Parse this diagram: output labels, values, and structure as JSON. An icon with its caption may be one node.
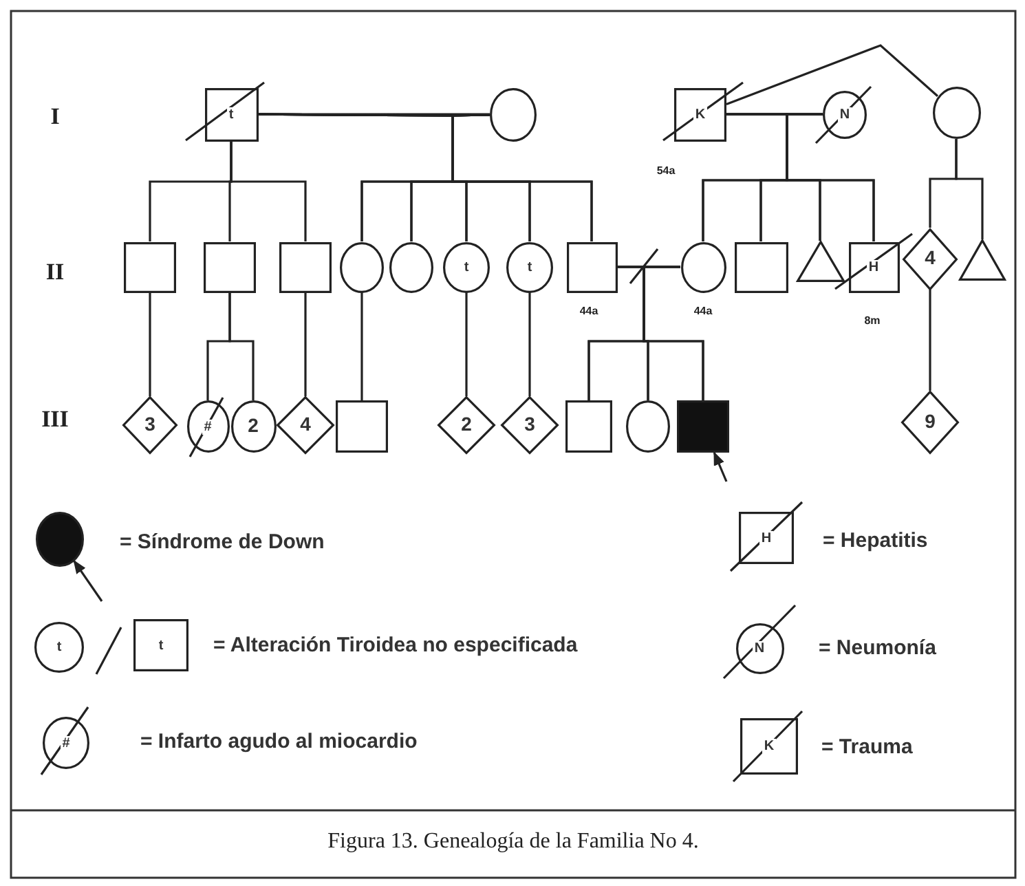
{
  "diagram": {
    "caption": "Figura 13. Genealogía de la Familia No 4.",
    "nodes": [
      {
        "text": [
          "t"
        ]
      },
      {
        "text": [],
        "shape": "circle"
      },
      {
        "text": [
          "K"
        ],
        "beside": [
          "54a"
        ]
      },
      {
        "text": [
          "N"
        ]
      },
      {
        "text": [],
        "shape": "circle"
      },
      {
        "text": [],
        "shape": "box"
      },
      {
        "text": [],
        "shape": "box"
      },
      {
        "text": [],
        "shape": "box"
      },
      {
        "text": [],
        "shape": "circle"
      },
      {
        "text": [],
        "shape": "circle"
      },
      {
        "text": [
          "t"
        ]
      },
      {
        "text": [
          "t"
        ]
      },
      {
        "text": [],
        "shape": "box",
        "beside": [
          "44a"
        ]
      },
      {
        "text": [],
        "shape": "circle",
        "beside": [
          "44a"
        ]
      },
      {
        "text": [],
        "shape": "box"
      },
      {
        "text": [],
        "shape": "triangle"
      },
      {
        "text": [
          "H"
        ],
        "beside": [
          "8m"
        ]
      },
      {
        "text": [
          "4"
        ]
      },
      {
        "text": [],
        "shape": "triangle"
      },
      {
        "text": [
          "3"
        ]
      },
      {
        "text": [
          "#"
        ]
      },
      {
        "text": [
          "2"
        ]
      },
      {
        "text": [
          "4"
        ]
      },
      {
        "text": [],
        "shape": "box"
      },
      {
        "text": [
          "2"
        ]
      },
      {
        "text": [
          "3"
        ]
      },
      {
        "text": [],
        "shape": "box"
      },
      {
        "text": [],
        "shape": "circle"
      },
      {
        "text": [],
        "shape": "box"
      },
      {
        "text": [
          "9"
        ]
      },
      {
        "text": [],
        "shape": "circle"
      },
      {
        "text": [
          "H"
        ]
      },
      {
        "text": [
          "t"
        ]
      },
      {
        "text": [
          "t"
        ]
      },
      {
        "text": [
          "N"
        ]
      },
      {
        "text": [
          "#"
        ]
      },
      {
        "text": [
          "K"
        ]
      }
    ],
    "edges": [
      {
        "from": 0,
        "to": 1,
        "arrow": "none"
      },
      {
        "from": 0,
        "to": 5,
        "arrow": "none"
      },
      {
        "from": 0,
        "to": 6,
        "arrow": "none"
      },
      {
        "from": 0,
        "to": 7,
        "arrow": "none"
      },
      {
        "from": 0,
        "to": 8,
        "arrow": "none"
      },
      {
        "from": 0,
        "to": 9,
        "arrow": "none"
      },
      {
        "from": 0,
        "to": 10,
        "arrow": "none"
      },
      {
        "from": 0,
        "to": 11,
        "arrow": "none"
      },
      {
        "from": 0,
        "to": 12,
        "arrow": "none"
      },
      {
        "from": 1,
        "to": 8,
        "arrow": "none"
      },
      {
        "from": 1,
        "to": 9,
        "arrow": "none"
      },
      {
        "from": 1,
        "to": 10,
        "arrow": "none"
      },
      {
        "from": 1,
        "to": 11,
        "arrow": "none"
      },
      {
        "from": 1,
        "to": 12,
        "arrow": "none"
      },
      {
        "from": 2,
        "to": 3,
        "arrow": "none"
      },
      {
        "from": 2,
        "to": 4,
        "arrow": "none"
      },
      {
        "from": 2,
        "to": 13,
        "arrow": "none"
      },
      {
        "from": 2,
        "to": 14,
        "arrow": "none"
      },
      {
        "from": 2,
        "to": 15,
        "arrow": "none"
      },
      {
        "from": 2,
        "to": 16,
        "arrow": "none"
      },
      {
        "from": 3,
        "to": 13,
        "arrow": "none"
      },
      {
        "from": 3,
        "to": 14,
        "arrow": "none"
      },
      {
        "from": 3,
        "to": 15,
        "arrow": "none"
      },
      {
        "from": 3,
        "to": 16,
        "arrow": "none"
      },
      {
        "from": 4,
        "to": 17,
        "arrow": "none"
      },
      {
        "from": 4,
        "to": 18,
        "arrow": "none"
      },
      {
        "from": 12,
        "to": 13,
        "arrow": "none"
      },
      {
        "from": 12,
        "to": 26,
        "arrow": "none"
      },
      {
        "from": 12,
        "to": 27,
        "arrow": "none"
      },
      {
        "from": 12,
        "to": 28,
        "arrow": "none"
      },
      {
        "from": 13,
        "to": 26,
        "arrow": "none"
      },
      {
        "from": 13,
        "to": 27,
        "arrow": "none"
      },
      {
        "from": 13,
        "to": 28,
        "arrow": "none"
      },
      {
        "from": 5,
        "to": 19,
        "arrow": "none"
      },
      {
        "from": 6,
        "to": 20,
        "arrow": "none"
      },
      {
        "from": 6,
        "to": 21,
        "arrow": "none"
      },
      {
        "from": 7,
        "to": 22,
        "arrow": "none"
      },
      {
        "from": 8,
        "to": 23,
        "arrow": "none"
      },
      {
        "from": 10,
        "to": 24,
        "arrow": "none"
      },
      {
        "from": 11,
        "to": 25,
        "arrow": "none"
      },
      {
        "from": 17,
        "to": 29,
        "arrow": "none"
      },
      {
        "from": null,
        "to": 28,
        "arrow": "to"
      },
      {
        "from": null,
        "to": 30,
        "arrow": "to"
      }
    ],
    "labels": [
      "I",
      "II",
      "III"
    ],
    "legend": [
      {
        "text": "= Síndrome de Down"
      },
      {
        "text": "= Hepatitis"
      },
      {
        "text": "= Alteración Tiroidea no especificada"
      },
      {
        "text": "= Neumonía"
      },
      {
        "text": "= Infarto agudo al miocardio"
      },
      {
        "text": "= Trauma"
      }
    ]
  }
}
